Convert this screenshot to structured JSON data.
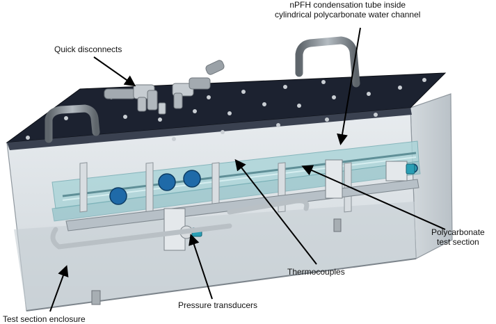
{
  "labels": {
    "npfh_line1": "nPFH condensation tube inside",
    "npfh_line2": "cylindrical polycarbonate water channel",
    "quick_disconnects": "Quick disconnects",
    "polycarbonate_line1": "Polycarbonate",
    "polycarbonate_line2": "test section",
    "thermocouples": "Thermocouples",
    "pressure_transducers": "Pressure transducers",
    "test_section_enclosure": "Test section enclosure"
  },
  "colors": {
    "lid": "#1c2230",
    "enclosure": "#dfe5ea",
    "enclosure_edge": "#8f979e",
    "polycarbonate": "#a9d4d8",
    "blue_fitting": "#1f6aa8",
    "handle": "#7f868d",
    "arrow": "#000000"
  }
}
